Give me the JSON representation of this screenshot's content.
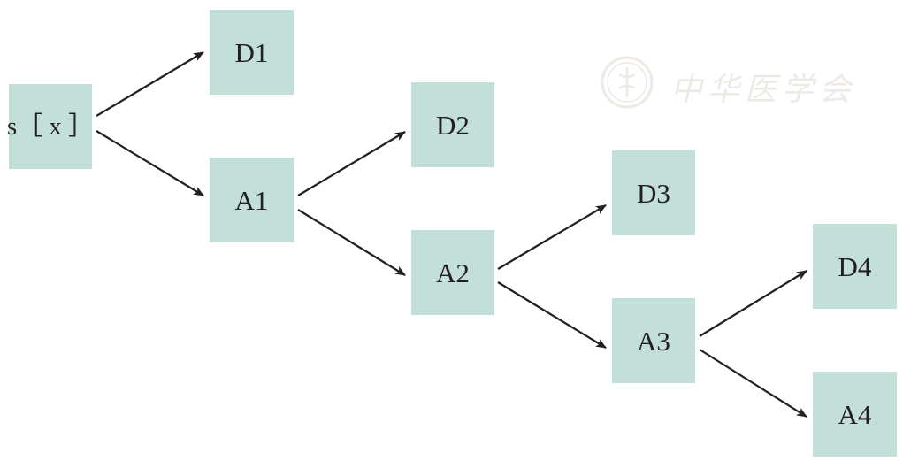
{
  "nodes": {
    "s": "s［ x ］",
    "d1": "D1",
    "a1": "A1",
    "d2": "D2",
    "a2": "A2",
    "d3": "D3",
    "a3": "A3",
    "d4": "D4",
    "a4": "A4"
  },
  "edges": [
    [
      "s",
      "d1"
    ],
    [
      "s",
      "a1"
    ],
    [
      "a1",
      "d2"
    ],
    [
      "a1",
      "a2"
    ],
    [
      "a2",
      "d3"
    ],
    [
      "a2",
      "a3"
    ],
    [
      "a3",
      "d4"
    ],
    [
      "a3",
      "a4"
    ]
  ],
  "watermark": {
    "text": "中华医学会",
    "icon": "society-seal-icon"
  },
  "colors": {
    "node_fill": "#c3dfda",
    "text": "#231f20",
    "arrow": "#231f20",
    "watermark": "#d9d2c8"
  }
}
